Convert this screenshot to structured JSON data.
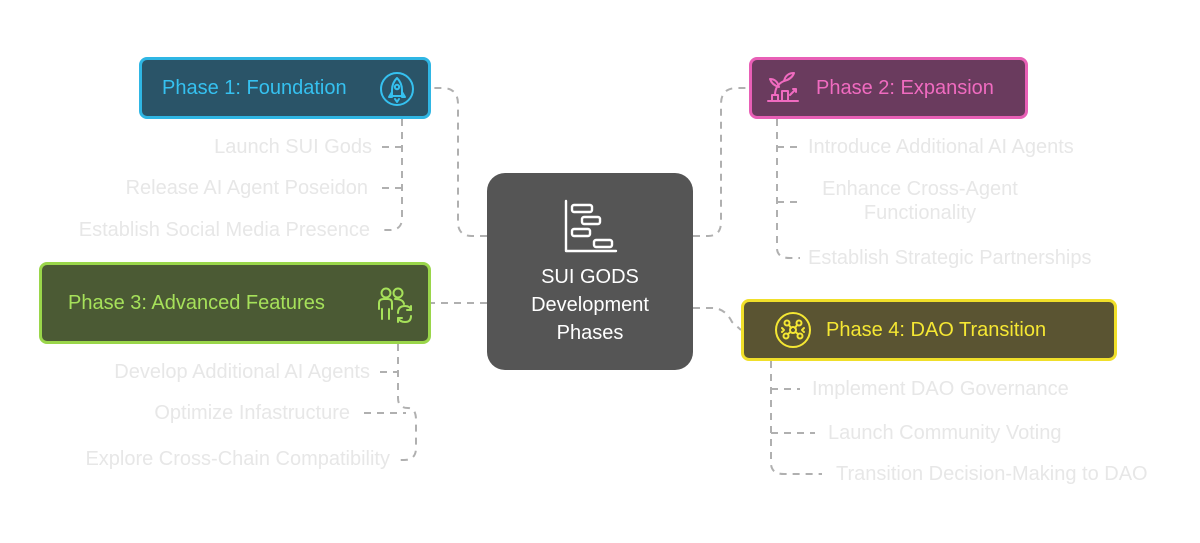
{
  "diagram": {
    "center": {
      "title": "SUI GODS Development Phases",
      "icon": "gantt-chart-icon"
    },
    "phases": [
      {
        "label": "Phase 1: Foundation",
        "icon": "rocket-icon",
        "color": "#35c1f0",
        "items": [
          "Launch SUI Gods",
          "Release AI Agent Poseidon",
          "Establish Social Media Presence"
        ]
      },
      {
        "label": "Phase 2: Expansion",
        "icon": "plant-growth-icon",
        "color": "#f06bc0",
        "items": [
          "Introduce Additional AI Agents",
          "Enhance Cross-Agent Functionality",
          "Establish Strategic Partnerships"
        ]
      },
      {
        "label": "Phase 3: Advanced Features",
        "icon": "people-sync-icon",
        "color": "#a6e15a",
        "items": [
          "Develop Additional AI Agents",
          "Optimize Infastructure",
          "Explore Cross-Chain Compatibility"
        ]
      },
      {
        "label": "Phase 4: DAO Transition",
        "icon": "network-gear-icon",
        "color": "#f5e733",
        "items": [
          "Implement DAO Governance",
          "Launch Community Voting",
          "Transition Decision-Making to DAO"
        ]
      }
    ]
  }
}
